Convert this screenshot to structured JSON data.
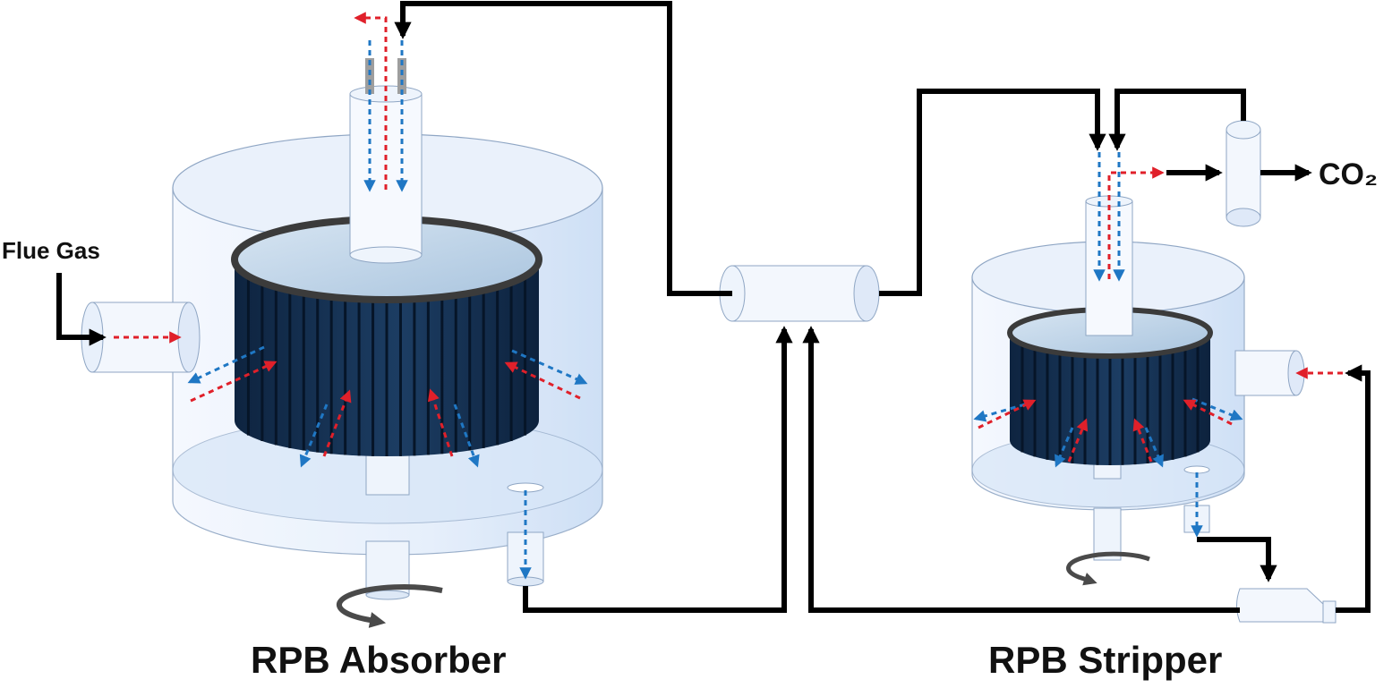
{
  "labels": {
    "flue_gas": "Flue Gas",
    "co2": "CO₂",
    "absorber": "RPB Absorber",
    "stripper": "RPB Stripper"
  },
  "colors": {
    "shell_fill": "#dce9fa",
    "shell_stroke": "#8fa6c4",
    "packing_dark": "#0f2a4a",
    "packing_light": "#274a72",
    "packing_rim": "#3b3b3b",
    "pipe": "#000000",
    "gas_flow": "#e0202a",
    "liquid_flow": "#1f77c4",
    "rotation": "#4a4a4a"
  },
  "icons": [
    "rotation-arrow-icon",
    "flow-arrow-icon"
  ]
}
